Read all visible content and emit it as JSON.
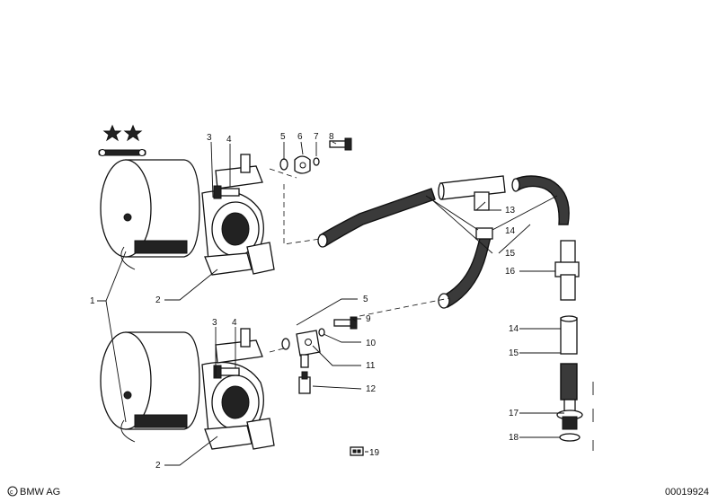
{
  "labels": {
    "p1": "1",
    "p2_top": "2",
    "p2_bottom": "2",
    "p3_top": "3",
    "p3_bottom": "3",
    "p4_top": "4",
    "p4_bottom": "4",
    "p5_top": "5",
    "p5_bottom": "5",
    "p6": "6",
    "p7": "7",
    "p8": "8",
    "p9": "9",
    "p10": "10",
    "p11": "11",
    "p12": "12",
    "p13": "13",
    "p14_top": "14",
    "p14_right": "14",
    "p15_top": "15",
    "p15_right": "15",
    "p16": "16",
    "p17": "17",
    "p18": "18"
  },
  "ref_note": "19",
  "footer": {
    "copyright": "BMW AG",
    "diagram_id": "00019924"
  }
}
